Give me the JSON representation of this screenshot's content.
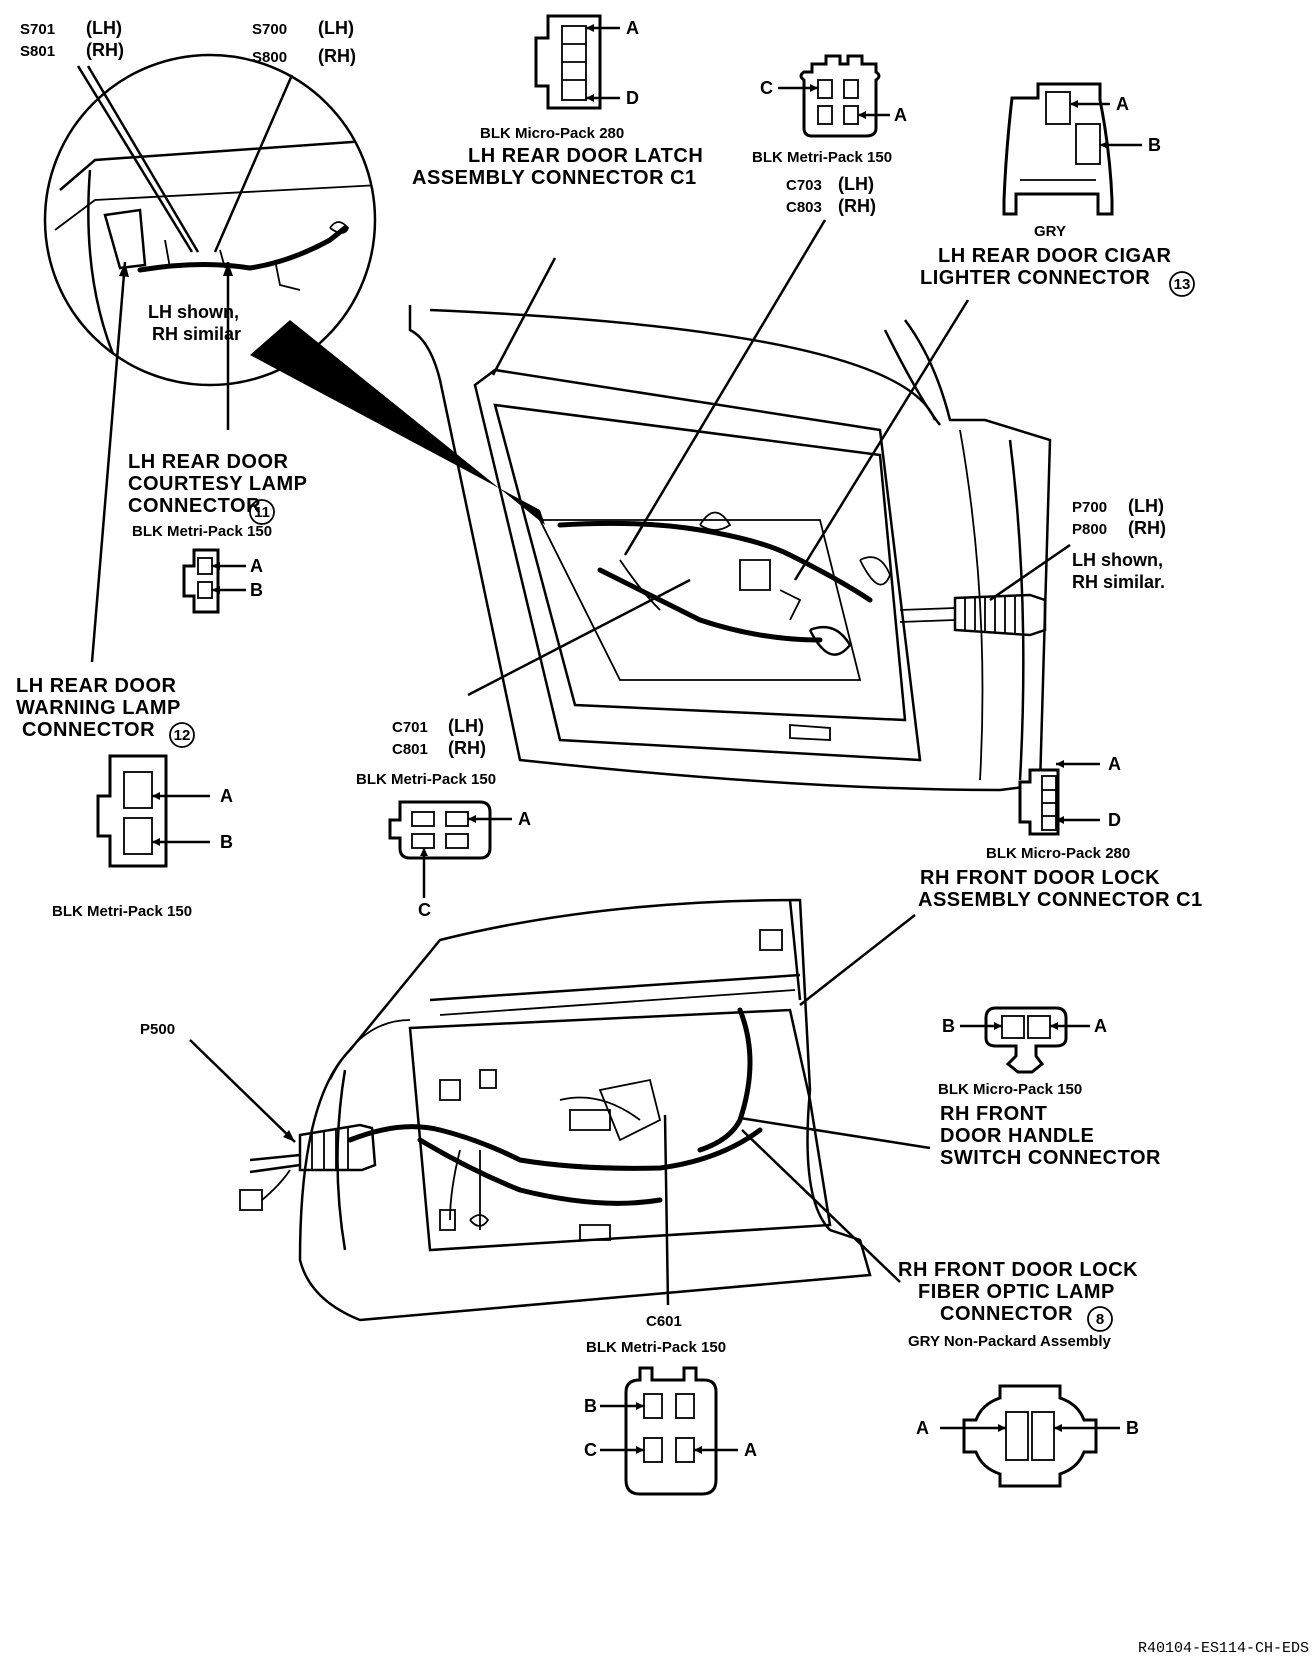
{
  "splices": {
    "s701": "S701",
    "lh_a": "(LH)",
    "s801": "S801",
    "rh_a": "(RH)",
    "s700": "S700",
    "lh_b": "(LH)",
    "s800": "S800",
    "rh_b": "(RH)"
  },
  "inset_note": {
    "line1": "LH shown,",
    "line2": "RH similar"
  },
  "rear_latch": {
    "pin_a": "A",
    "pin_d": "D",
    "type": "BLK Micro-Pack 280",
    "title1": "LH REAR DOOR LATCH",
    "title2": "ASSEMBLY CONNECTOR C1"
  },
  "c703": {
    "pin_c": "C",
    "pin_a": "A",
    "type": "BLK Metri-Pack 150",
    "name1": "C703",
    "lh": "(LH)",
    "name2": "C803",
    "rh": "(RH)"
  },
  "cigar": {
    "pin_a": "A",
    "pin_b": "B",
    "color": "GRY",
    "title1": "LH REAR DOOR CIGAR",
    "title2": "LIGHTER CONNECTOR",
    "num": "13"
  },
  "courtesy": {
    "title1": "LH REAR DOOR",
    "title2": "COURTESY LAMP",
    "title3": "CONNECTOR",
    "num": "11",
    "type": "BLK Metri-Pack 150",
    "pin_a": "A",
    "pin_b": "B"
  },
  "p700": {
    "name1": "P700",
    "lh": "(LH)",
    "name2": "P800",
    "rh": "(RH)",
    "note1": "LH shown,",
    "note2": "RH similar."
  },
  "warning": {
    "title1": "LH REAR DOOR",
    "title2": "WARNING LAMP",
    "title3": "CONNECTOR",
    "num": "12",
    "pin_a": "A",
    "pin_b": "B",
    "type": "BLK Metri-Pack 150"
  },
  "c701": {
    "name1": "C701",
    "lh": "(LH)",
    "name2": "C801",
    "rh": "(RH)",
    "type": "BLK Metri-Pack 150",
    "pin_a": "A",
    "pin_c": "C"
  },
  "front_lock": {
    "pin_a": "A",
    "pin_d": "D",
    "type": "BLK Micro-Pack 280",
    "title1": "RH FRONT DOOR LOCK",
    "title2": "ASSEMBLY CONNECTOR C1"
  },
  "handle": {
    "pin_b": "B",
    "pin_a": "A",
    "type": "BLK Micro-Pack 150",
    "title1": "RH FRONT",
    "title2": "DOOR HANDLE",
    "title3": "SWITCH CONNECTOR"
  },
  "p500": {
    "name": "P500"
  },
  "c601": {
    "name": "C601",
    "type": "BLK Metri-Pack 150",
    "pin_b": "B",
    "pin_c": "C",
    "pin_a": "A"
  },
  "fiber": {
    "title1": "RH FRONT DOOR LOCK",
    "title2": "FIBER OPTIC LAMP",
    "title3": "CONNECTOR",
    "num": "8",
    "type": "GRY Non-Packard Assembly",
    "pin_a": "A",
    "pin_b": "B"
  },
  "ref_code": "R40104-ES114-CH-EDS"
}
